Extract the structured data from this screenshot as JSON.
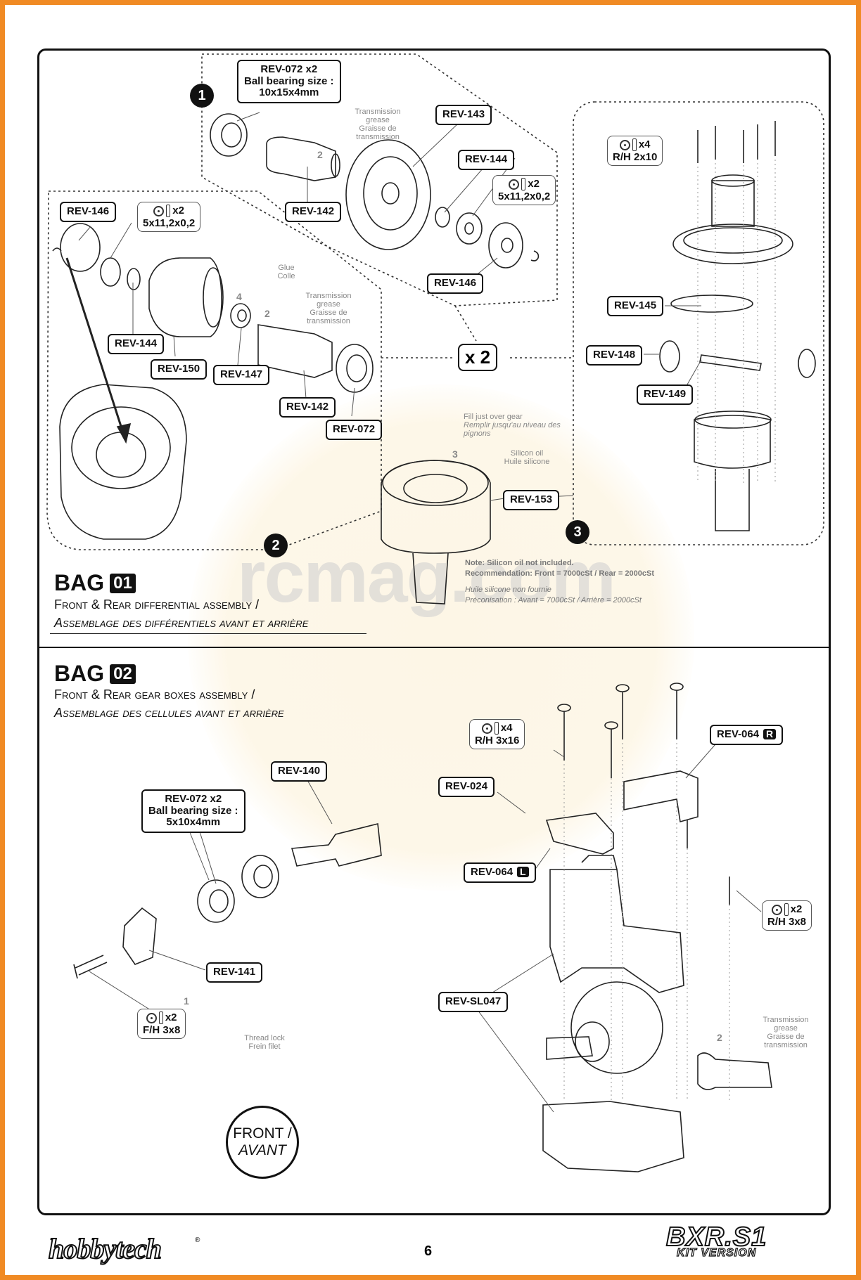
{
  "page_number": "6",
  "brand": "hobbytech",
  "product": {
    "name": "BXR.S1",
    "version": "KIT VERSION"
  },
  "watermark": "rcmag.com",
  "bag1": {
    "label": "BAG",
    "number": "01",
    "title_en": "Front & Rear differential assembly /",
    "title_fr": "Assemblage des différentiels avant et arrière",
    "steps": [
      "1",
      "2",
      "3"
    ],
    "multiplier": "x 2",
    "parts": {
      "rev072": {
        "line1": "REV-072 x2",
        "line2": "Ball bearing size :",
        "line3": "10x15x4mm"
      },
      "rev143": "REV-143",
      "rev144_a": "REV-144",
      "washer_a": {
        "qty": "x2",
        "size": "5x11,2x0,2"
      },
      "rev142_a": "REV-142",
      "rev146_a": "REV-146",
      "rev146_b": "REV-146",
      "washer_b": {
        "qty": "x2",
        "size": "5x11,2x0,2"
      },
      "rev144_b": "REV-144",
      "rev150": "REV-150",
      "rev147": "REV-147",
      "rev142_b": "REV-142",
      "rev072_b": "REV-072",
      "rev153": "REV-153",
      "screw_rh": {
        "qty": "x4",
        "size": "R/H 2x10"
      },
      "rev145": "REV-145",
      "rev148": "REV-148",
      "rev149": "REV-149"
    },
    "notes": {
      "grease_a": {
        "en": "Transmission grease",
        "fr": "Graisse de transmission",
        "n": "2"
      },
      "glue": {
        "en": "Glue",
        "fr": "Colle",
        "n": "4"
      },
      "grease_b": {
        "en": "Transmission grease",
        "fr": "Graisse de transmission",
        "n": "2"
      },
      "fill": {
        "en": "Fill just over gear",
        "fr": "Remplir jusqu'au niveau des pignons"
      },
      "silicon": {
        "en": "Silicon oil",
        "fr": "Huile silicone",
        "n": "3"
      },
      "oil_en1": "Note: Silicon oil not included.",
      "oil_en2": "Recommendation: Front = 7000cSt / Rear = 2000cSt",
      "oil_fr1": "Huile silicone non fournie",
      "oil_fr2": "Préconisation : Avant = 7000cSt / Arrière = 2000cSt"
    }
  },
  "bag2": {
    "label": "BAG",
    "number": "02",
    "title_en": "Front & Rear gear boxes assembly /",
    "title_fr": "Assemblage des cellules avant et arrière",
    "parts": {
      "screw_rh316": {
        "qty": "x4",
        "size": "R/H 3x16"
      },
      "rev064r": {
        "name": "REV-064",
        "side": "R"
      },
      "rev140": "REV-140",
      "rev072": {
        "line1": "REV-072 x2",
        "line2": "Ball bearing size :",
        "line3": "5x10x4mm"
      },
      "rev024": "REV-024",
      "rev064l": {
        "name": "REV-064",
        "side": "L"
      },
      "screw_rh38": {
        "qty": "x2",
        "size": "R/H 3x8"
      },
      "rev141": "REV-141",
      "revsl047": "REV-SL047",
      "screw_fh38": {
        "qty": "x2",
        "size": "F/H 3x8"
      }
    },
    "notes": {
      "threadlock": {
        "en": "Thread lock",
        "fr": "Frein filet",
        "n": "1"
      },
      "grease": {
        "en": "Transmission grease",
        "fr": "Graisse de transmission",
        "n": "2"
      }
    },
    "front": {
      "en": "FRONT /",
      "fr": "AVANT"
    }
  },
  "colors": {
    "border": "#f08a24",
    "ink": "#111111",
    "watermark": "#f6e3b8"
  }
}
